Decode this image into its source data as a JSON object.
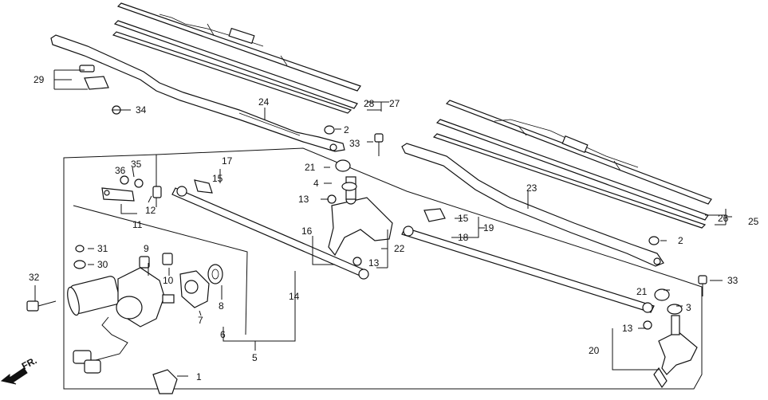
{
  "diagram": {
    "direction_label": "FR.",
    "callouts": [
      {
        "id": "c1",
        "text": "1"
      },
      {
        "id": "c2a",
        "text": "2"
      },
      {
        "id": "c2b",
        "text": "2"
      },
      {
        "id": "c3",
        "text": "3"
      },
      {
        "id": "c4",
        "text": "4"
      },
      {
        "id": "c5",
        "text": "5"
      },
      {
        "id": "c6",
        "text": "6"
      },
      {
        "id": "c7",
        "text": "7"
      },
      {
        "id": "c8",
        "text": "8"
      },
      {
        "id": "c9",
        "text": "9"
      },
      {
        "id": "c10",
        "text": "10"
      },
      {
        "id": "c11",
        "text": "11"
      },
      {
        "id": "c12",
        "text": "12"
      },
      {
        "id": "c13a",
        "text": "13"
      },
      {
        "id": "c13b",
        "text": "13"
      },
      {
        "id": "c13c",
        "text": "13"
      },
      {
        "id": "c14",
        "text": "14"
      },
      {
        "id": "c15a",
        "text": "15"
      },
      {
        "id": "c15b",
        "text": "15"
      },
      {
        "id": "c16",
        "text": "16"
      },
      {
        "id": "c17",
        "text": "17"
      },
      {
        "id": "c18",
        "text": "18"
      },
      {
        "id": "c19",
        "text": "19"
      },
      {
        "id": "c20",
        "text": "20"
      },
      {
        "id": "c21a",
        "text": "21"
      },
      {
        "id": "c21b",
        "text": "21"
      },
      {
        "id": "c22",
        "text": "22"
      },
      {
        "id": "c23",
        "text": "23"
      },
      {
        "id": "c24",
        "text": "24"
      },
      {
        "id": "c25",
        "text": "25"
      },
      {
        "id": "c26",
        "text": "26"
      },
      {
        "id": "c27",
        "text": "27"
      },
      {
        "id": "c28",
        "text": "28"
      },
      {
        "id": "c29",
        "text": "29"
      },
      {
        "id": "c30",
        "text": "30"
      },
      {
        "id": "c31",
        "text": "31"
      },
      {
        "id": "c32",
        "text": "32"
      },
      {
        "id": "c33a",
        "text": "33"
      },
      {
        "id": "c33b",
        "text": "33"
      },
      {
        "id": "c34",
        "text": "34"
      },
      {
        "id": "c35",
        "text": "35"
      },
      {
        "id": "c36",
        "text": "36"
      }
    ]
  }
}
